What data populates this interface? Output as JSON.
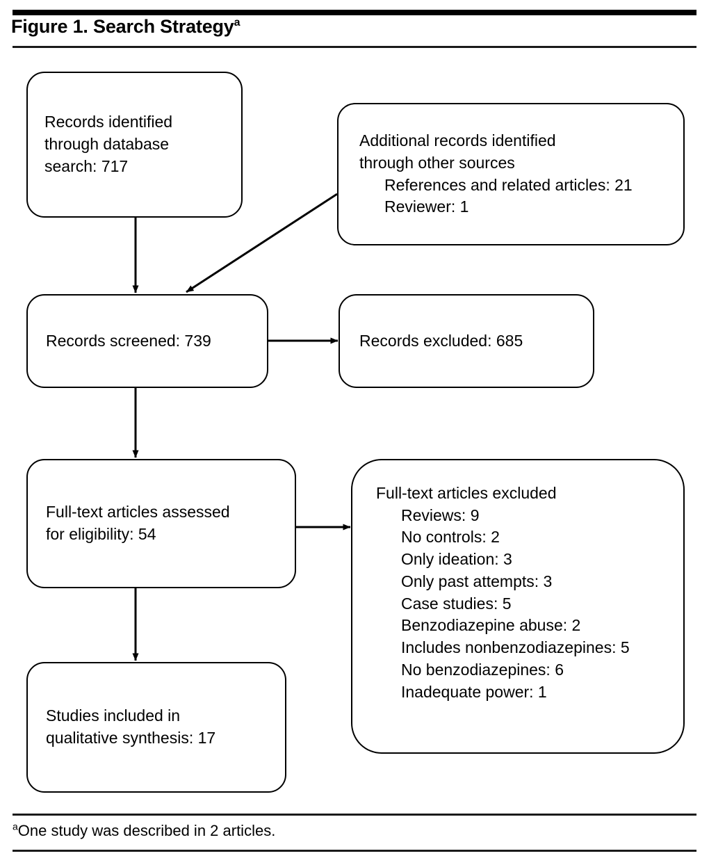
{
  "figure": {
    "title": "Figure 1. Search Strategy",
    "title_superscript": "a",
    "footnote_superscript": "a",
    "footnote": "One study was described in 2 articles."
  },
  "colors": {
    "rule": "#000000",
    "box_border": "#000000",
    "text": "#000000",
    "background": "#ffffff"
  },
  "chart_data": {
    "type": "diagram",
    "title": "Figure 1. Search Strategy",
    "nodes": [
      {
        "id": "identified",
        "lines": [
          "Records identified",
          "through database",
          "search: 717"
        ],
        "value": 717
      },
      {
        "id": "additional",
        "lines": [
          "Additional records identified",
          "through other sources"
        ],
        "sub_lines": [
          "References and related articles: 21",
          "Reviewer: 1"
        ],
        "values": {
          "references_and_related_articles": 21,
          "reviewer": 1
        }
      },
      {
        "id": "screened",
        "lines": [
          "Records screened: 739"
        ],
        "value": 739
      },
      {
        "id": "records_excluded",
        "lines": [
          "Records excluded: 685"
        ],
        "value": 685
      },
      {
        "id": "fulltext_assessed",
        "lines": [
          "Full-text articles assessed",
          "for eligibility: 54"
        ],
        "value": 54
      },
      {
        "id": "fulltext_excluded",
        "lines": [
          "Full-text articles excluded"
        ],
        "sub_lines": [
          "Reviews: 9",
          "No controls: 2",
          "Only ideation: 3",
          "Only past attempts: 3",
          "Case studies: 5",
          "Benzodiazepine abuse: 2",
          "Includes nonbenzodiazepines: 5",
          "No benzodiazepines: 6",
          "Inadequate power: 1"
        ],
        "values": {
          "reviews": 9,
          "no_controls": 2,
          "only_ideation": 3,
          "only_past_attempts": 3,
          "case_studies": 5,
          "benzodiazepine_abuse": 2,
          "includes_nonbenzodiazepines": 5,
          "no_benzodiazepines": 6,
          "inadequate_power": 1
        }
      },
      {
        "id": "studies_included",
        "lines": [
          "Studies included in",
          "qualitative synthesis: 17"
        ],
        "value": 17
      }
    ],
    "edges": [
      {
        "from": "identified",
        "to": "screened",
        "style": "vertical-arrow"
      },
      {
        "from": "additional",
        "to": "screened",
        "style": "diagonal-arrow"
      },
      {
        "from": "screened",
        "to": "records_excluded",
        "style": "horizontal-arrow"
      },
      {
        "from": "screened",
        "to": "fulltext_assessed",
        "style": "vertical-arrow"
      },
      {
        "from": "fulltext_assessed",
        "to": "fulltext_excluded",
        "style": "horizontal-arrow"
      },
      {
        "from": "fulltext_assessed",
        "to": "studies_included",
        "style": "vertical-arrow"
      }
    ]
  },
  "boxes": {
    "identified": {
      "l1": "Records identified",
      "l2": "through database",
      "l3": "search: 717"
    },
    "additional": {
      "l1": "Additional records identified",
      "l2": "through other sources",
      "l3": "References and related articles: 21",
      "l4": "Reviewer: 1"
    },
    "screened": {
      "l1": "Records screened: 739"
    },
    "records_excluded": {
      "l1": "Records excluded: 685"
    },
    "fulltext_assessed": {
      "l1": "Full-text articles assessed",
      "l2": "for eligibility: 54"
    },
    "fulltext_excluded": {
      "l1": "Full-text articles excluded",
      "l2": "Reviews: 9",
      "l3": "No controls: 2",
      "l4": "Only ideation: 3",
      "l5": "Only past attempts: 3",
      "l6": "Case studies: 5",
      "l7": "Benzodiazepine abuse: 2",
      "l8": "Includes nonbenzodiazepines: 5",
      "l9": "No benzodiazepines: 6",
      "l10": "Inadequate power: 1"
    },
    "studies_included": {
      "l1": "Studies included in",
      "l2": "qualitative synthesis: 17"
    }
  }
}
